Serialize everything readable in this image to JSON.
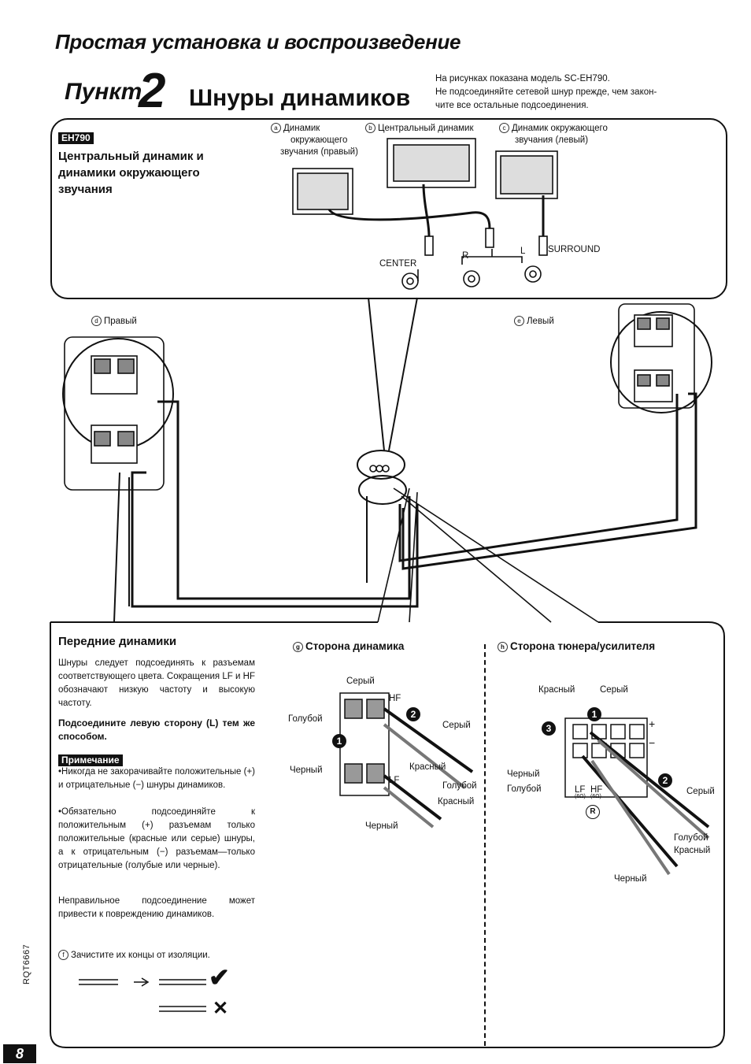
{
  "header": {
    "title": "Простая установка и воспроизведение",
    "punkt_label": "Пункт",
    "punkt_number": "2",
    "step_title": "Шнуры динамиков",
    "model_note_line1": "На рисунках показана модель SC-EH790.",
    "model_note_line2": "Не подсоединяйте сетевой шнур прежде, чем закон-",
    "model_note_line3": "чите все остальные подсоединения."
  },
  "top_panel": {
    "badge": "EH790",
    "heading_line1": "Центральный динамик и",
    "heading_line2": "динамики окружающего",
    "heading_line3": "звучания",
    "label_a_mark": "a",
    "label_a_line1": "Динамик",
    "label_a_line2": "окружающего",
    "label_a_line3": "звучания (правый)",
    "label_b_mark": "b",
    "label_b": "Центральный динамик",
    "label_c_mark": "c",
    "label_c_line1": "Динамик окружающего",
    "label_c_line2": "звучания (левый)",
    "center_label": "CENTER",
    "r_label": "R",
    "l_label": "L",
    "surround_label": "SURROUND"
  },
  "middle": {
    "right_mark": "d",
    "right_label": "Правый",
    "left_mark": "e",
    "left_label": "Левый"
  },
  "front_panel": {
    "heading": "Передние динамики",
    "para1": "Шнуры следует подсоединять к разъемам соответствующего цвета. Сокращения LF и HF обозначают низкую частоту и высокую частоту.",
    "bold_note": "Подсоедините левую сторону (L) тем же способом.",
    "note_badge": "Примечание",
    "bullet1": "•Никогда не закорачивайте положительные (+) и отрицательные (−) шнуры динамиков.",
    "bullet2": "•Обязательно подсоединяйте к положительным (+) разъемам только положительные (красные или серые) шнуры, а к отрицательным (−) разъемам—только отрицательные (голубые или черные).",
    "para2": "Неправильное подсоединение может привести к повреждению динамиков.",
    "strip_mark": "f",
    "strip_text": "Зачистите их концы от изоляции.",
    "ok_mark": "✔",
    "bad_mark": "✕",
    "speaker_side_mark": "g",
    "speaker_side_title": "Сторона динамика",
    "tuner_side_mark": "h",
    "tuner_side_title": "Сторона тюнера/усилителя",
    "sp_grey_top": "Серый",
    "sp_hf": "HF",
    "sp_blue": "Голубой",
    "sp_grey_mid": "Серый",
    "sp_black": "Черный",
    "sp_red": "Красный",
    "sp_lf": "LF",
    "sp_blue2": "Голубой",
    "sp_red2": "Красный",
    "sp_black2": "Черный",
    "tu_red": "Красный",
    "tu_grey": "Серый",
    "tu_black": "Черный",
    "tu_blue": "Голубой",
    "tu_lf": "LF",
    "tu_hf": "HF",
    "tu_ohm1": "(6Ω)",
    "tu_ohm2": "(6Ω)",
    "tu_grey2": "Серый",
    "tu_blue2": "Голубой",
    "tu_red2": "Красный",
    "tu_black2": "Черный",
    "plus": "+",
    "minus": "−",
    "step1": "1",
    "step2": "2",
    "step3": "3",
    "r_circle": "R"
  },
  "footer": {
    "page_number": "8",
    "doc_code": "RQT6667"
  }
}
